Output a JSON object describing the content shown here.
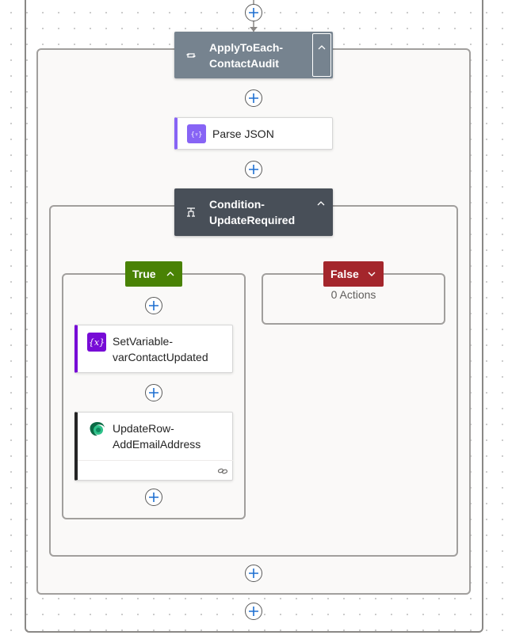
{
  "colors": {
    "loop_header": "#76838f",
    "condition_header": "#484f58",
    "true_branch": "#498205",
    "false_branch": "#a4262c",
    "parse_json_accent": "#8764f5",
    "variable_accent": "#770bd6",
    "dataverse_accent": "#242424",
    "plus_icon": "#1e6fd1"
  },
  "loop": {
    "title_line1": "ApplyToEach-",
    "title_line2": "ContactAudit",
    "icon": "loop-icon"
  },
  "parse_json": {
    "title": "Parse JSON",
    "icon": "braces-icon"
  },
  "condition": {
    "title_line1": "Condition-",
    "title_line2": "UpdateRequired",
    "icon": "condition-icon"
  },
  "true_branch": {
    "label": "True"
  },
  "false_branch": {
    "label": "False",
    "empty_text": "0 Actions"
  },
  "set_variable": {
    "title_line1": "SetVariable-",
    "title_line2": "varContactUpdated",
    "icon": "variable-icon"
  },
  "update_row": {
    "title_line1": "UpdateRow-",
    "title_line2": "AddEmailAddress",
    "icon": "dataverse-icon"
  }
}
